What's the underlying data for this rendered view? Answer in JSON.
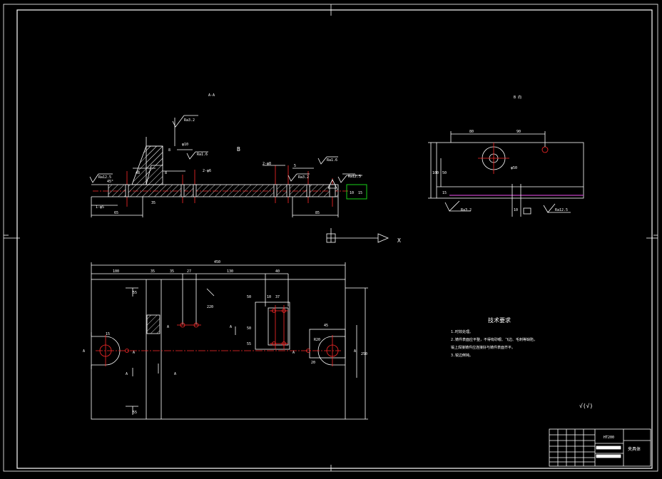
{
  "views": {
    "section_title": "A-A",
    "b_view_title": "B 向"
  },
  "section_view": {
    "roughness": [
      "Ra3.2",
      "Ra12.5",
      "Ra1.6",
      "Ra1.6",
      "Ra3.2",
      "Ra12.5"
    ],
    "dims": [
      "45°",
      "48",
      "8",
      "35",
      "1-φ5",
      "65",
      "85",
      "φ10",
      "10",
      "15",
      "8",
      "8",
      "2-φ6",
      "2-φ8",
      "5"
    ],
    "center_mark": "B"
  },
  "b_view": {
    "dims": [
      "80",
      "90",
      "φ50",
      "100",
      "50",
      "15",
      "10"
    ],
    "roughness": [
      "Ra3.2",
      "Ra12.5"
    ]
  },
  "plan_view": {
    "dims": [
      "450",
      "100",
      "35",
      "35",
      "27",
      "130",
      "40",
      "10",
      "37",
      "15",
      "50",
      "50",
      "55",
      "45",
      "R20",
      "20",
      "220",
      "250",
      "55",
      "55"
    ],
    "section_labels": [
      "A",
      "A",
      "A",
      "A",
      "A",
      "A",
      "A",
      "A"
    ]
  },
  "tech_notes": {
    "title": "技术要求",
    "items": [
      "1.时效处理。",
      "2.铸件表面应平整，不得有砂眼、飞边、毛刺等缺陷，",
      "锻上焊接铸件应连接好与铸件表面齐平。",
      "3.锐边倒钝。"
    ]
  },
  "surface_symbol": "√(√)",
  "title_block": {
    "drawing_name": "夹具体",
    "code": "HT200"
  },
  "coordinate_icon": {
    "x_label": "X"
  },
  "colors": {
    "background": "#000000",
    "line": "#ffffff",
    "centerline": "#ff2a2a",
    "hidden": "#c040c0",
    "dimension_highlight": "#18d018"
  }
}
